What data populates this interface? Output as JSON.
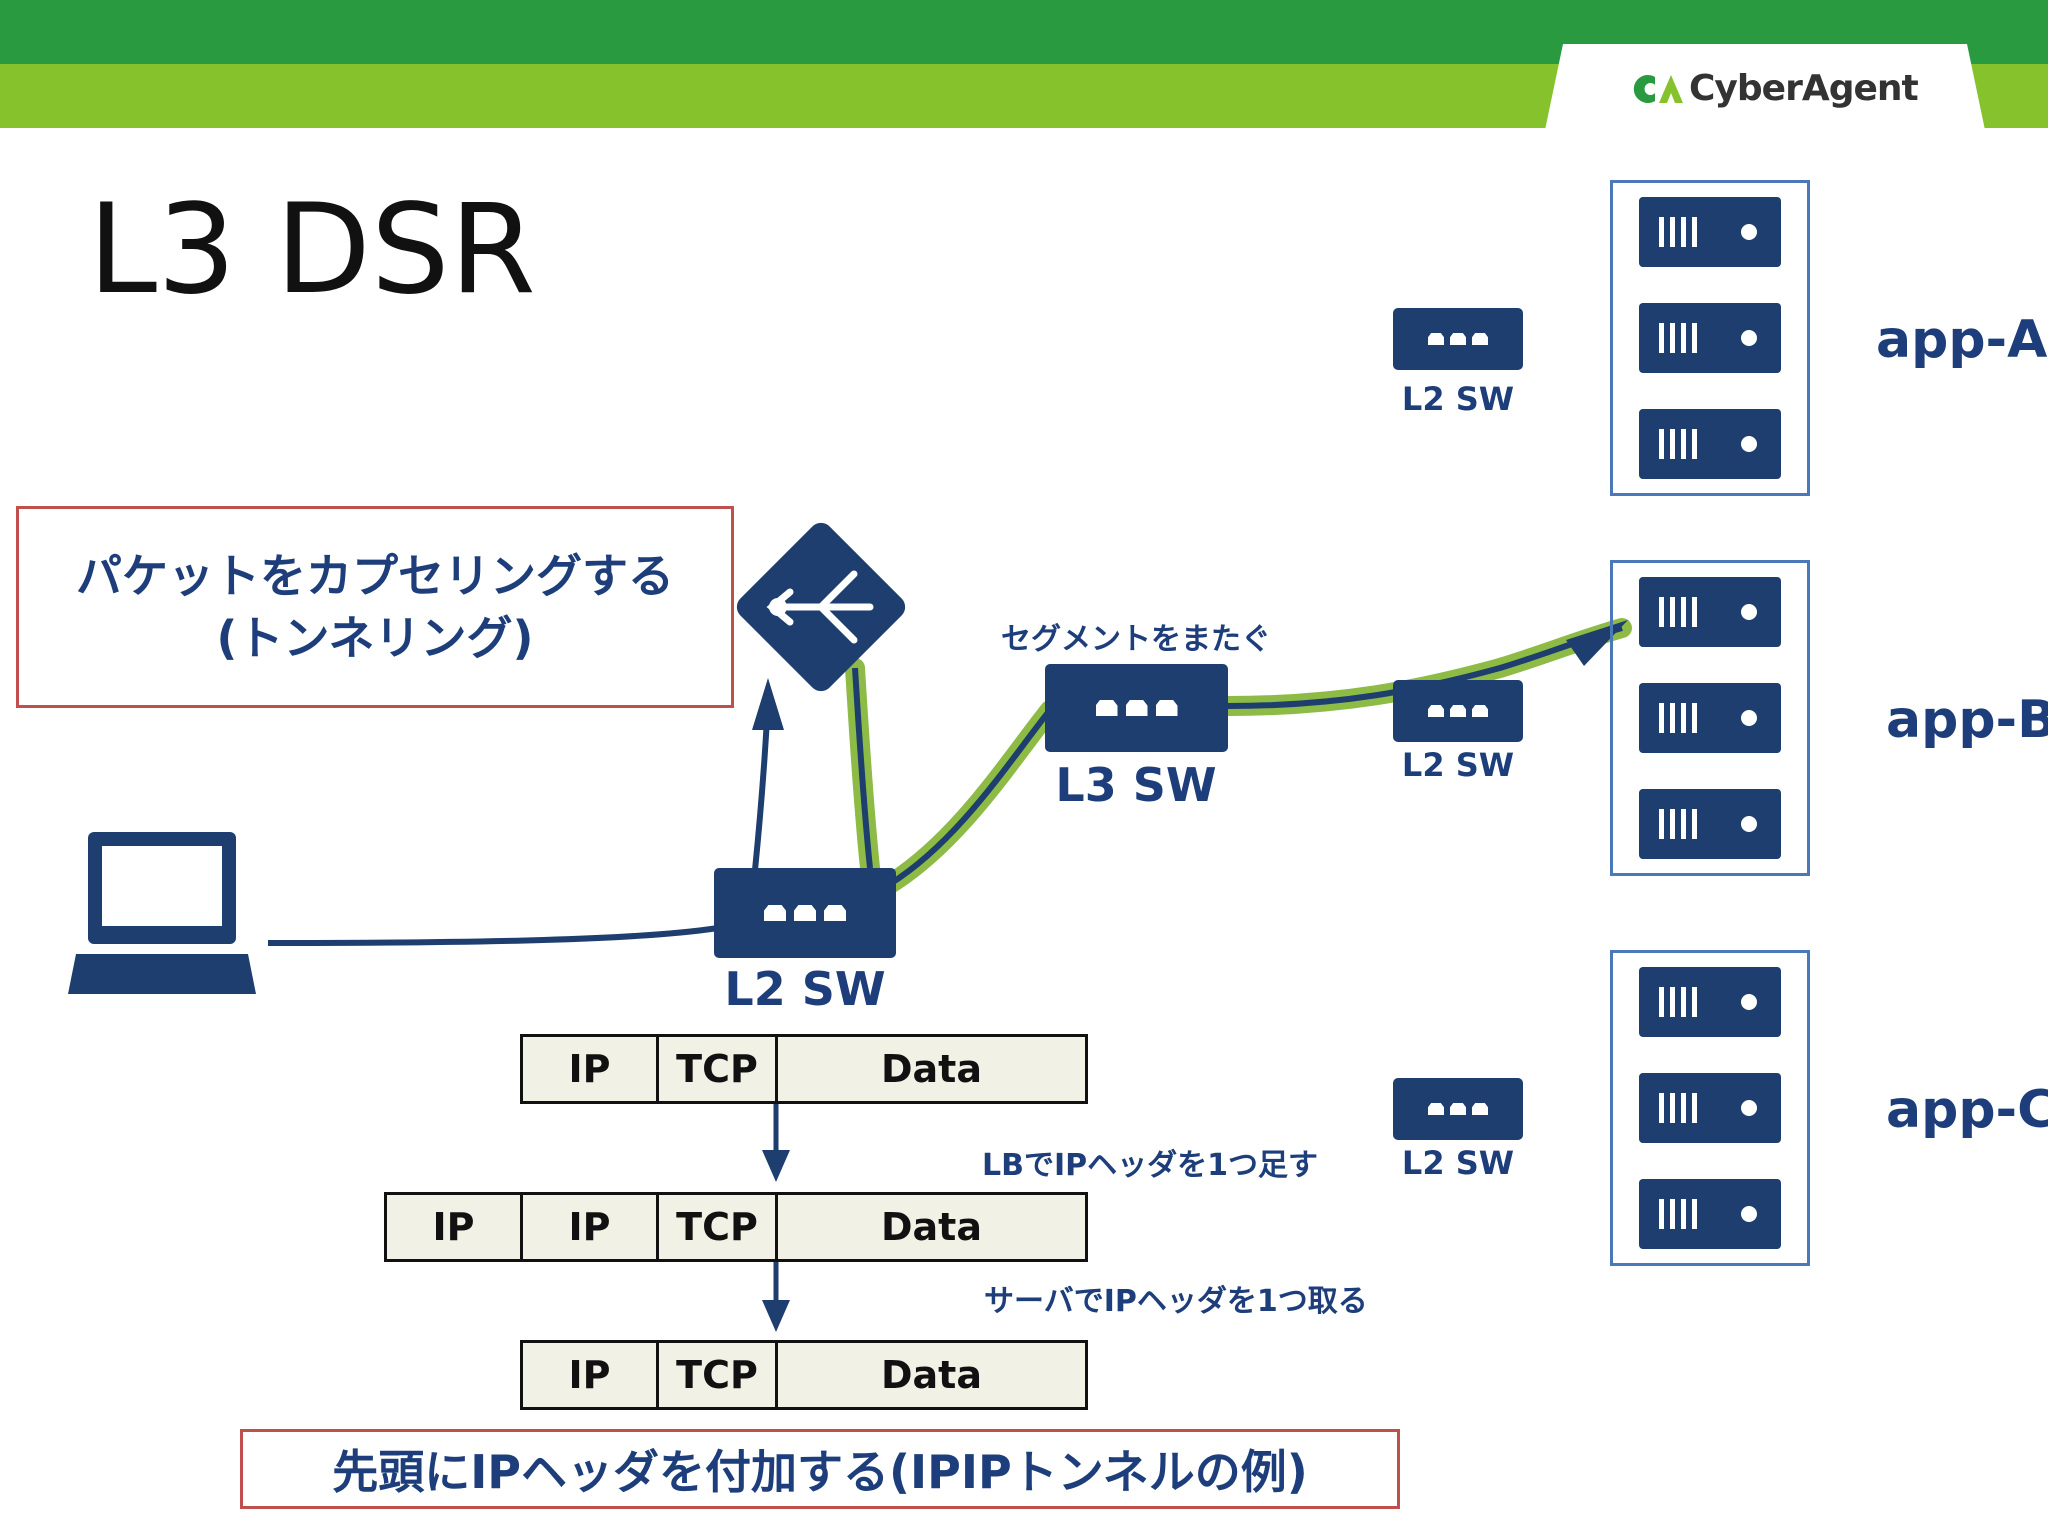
{
  "slide": {
    "title": "L3 DSR",
    "logo_text": "CyberAgent"
  },
  "callout": {
    "line1": "パケットをカプセリングする",
    "line2": "(トンネリング)"
  },
  "labels": {
    "segment": "セグメントをまたぐ",
    "l3_switch": "L3 SW",
    "l2_switch_main": "L2 SW",
    "l2_switch_a": "L2 SW",
    "l2_switch_b": "L2 SW",
    "l2_switch_c": "L2 SW",
    "app_a": "app-A",
    "app_b": "app-B",
    "app_c": "app-C",
    "step1": "LBでIPヘッダを1つ足す",
    "step2": "サーバでIPヘッダを1つ取る"
  },
  "packets": {
    "original": [
      "IP",
      "TCP",
      "Data"
    ],
    "encapsulated": [
      "IP",
      "IP",
      "TCP",
      "Data"
    ],
    "decapsulated": [
      "IP",
      "TCP",
      "Data"
    ]
  },
  "bottom_note": "先頭にIPヘッダを付加する(IPIPトンネルの例)",
  "colors": {
    "navy": "#1d3e6e",
    "label_blue": "#1d3e7a",
    "tunnel_green": "#8dbb45",
    "callout_red": "#c0504d",
    "band_dark": "#2a9a41",
    "band_light": "#86c22c",
    "rack_border": "#4a78b8"
  },
  "icons": [
    "laptop-icon",
    "switch-icon",
    "load-balancer-icon",
    "server-icon",
    "arrow-icon",
    "logo-icon"
  ]
}
